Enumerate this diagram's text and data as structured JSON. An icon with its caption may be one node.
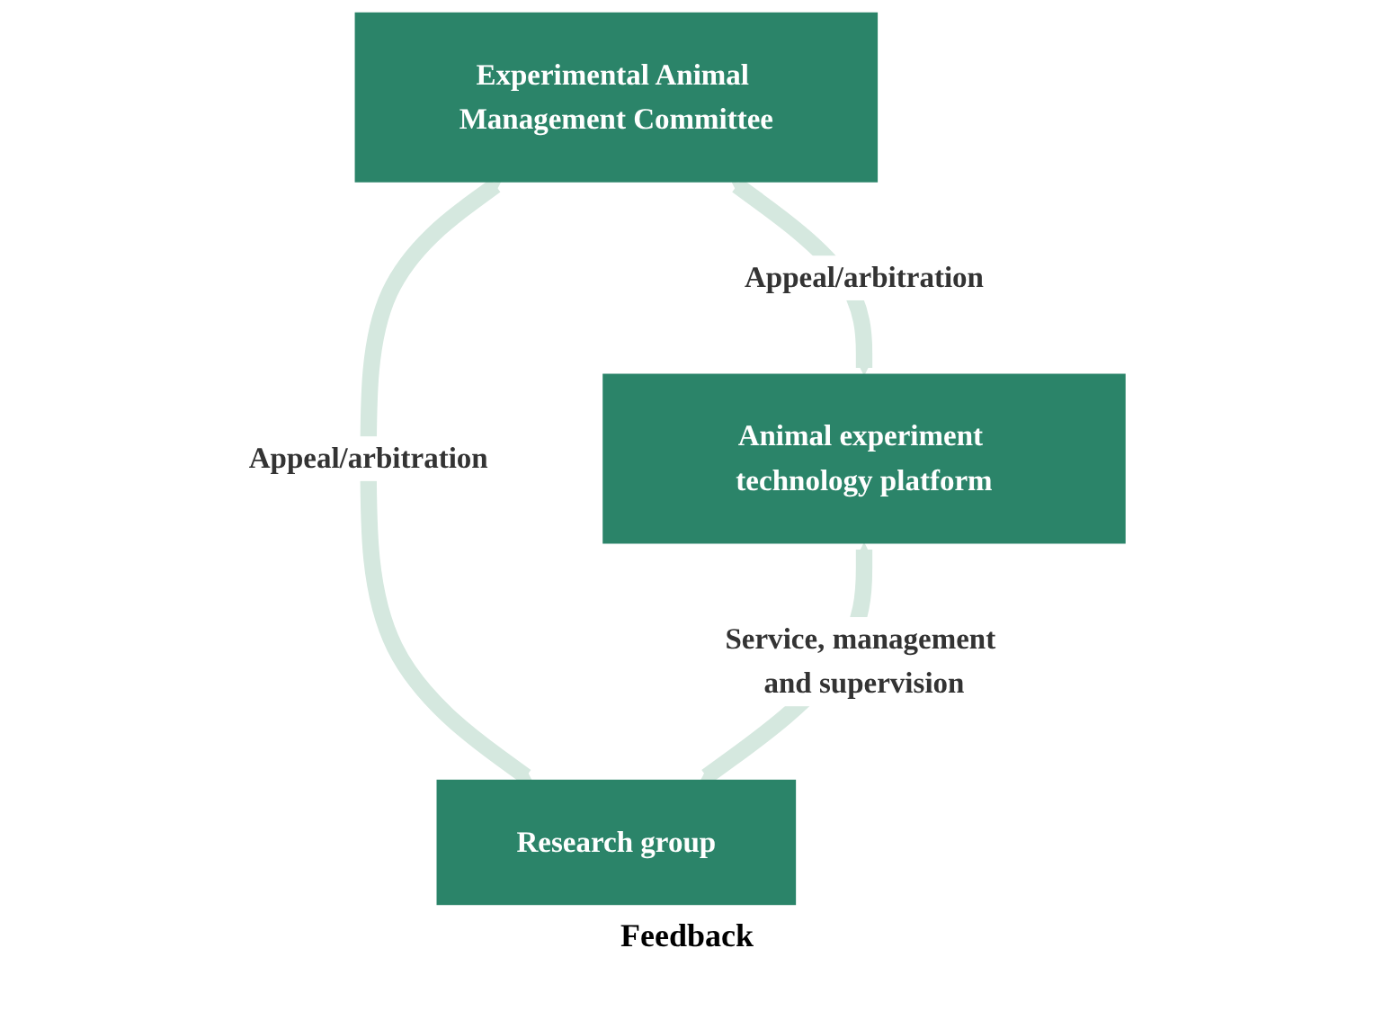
{
  "diagram": {
    "nodes": [
      {
        "text": [
          "Experimental Animal Management Committee"
        ]
      },
      {
        "text": [
          "Animal experiment technology platform"
        ]
      },
      {
        "text": [
          "Research group"
        ]
      }
    ],
    "edges": [
      {
        "from": 0,
        "to": 1,
        "arrow": "both",
        "label": "Appeal/arbitration",
        "color": "#d5e8df"
      },
      {
        "from": 0,
        "to": 2,
        "arrow": "both",
        "label": "Appeal/arbitration",
        "color": "#d5e8df"
      },
      {
        "from": 1,
        "to": 2,
        "arrow": "both",
        "label": "Service, management and supervision",
        "color": "#d5e8df"
      }
    ],
    "labels": [
      "Feedback"
    ]
  }
}
